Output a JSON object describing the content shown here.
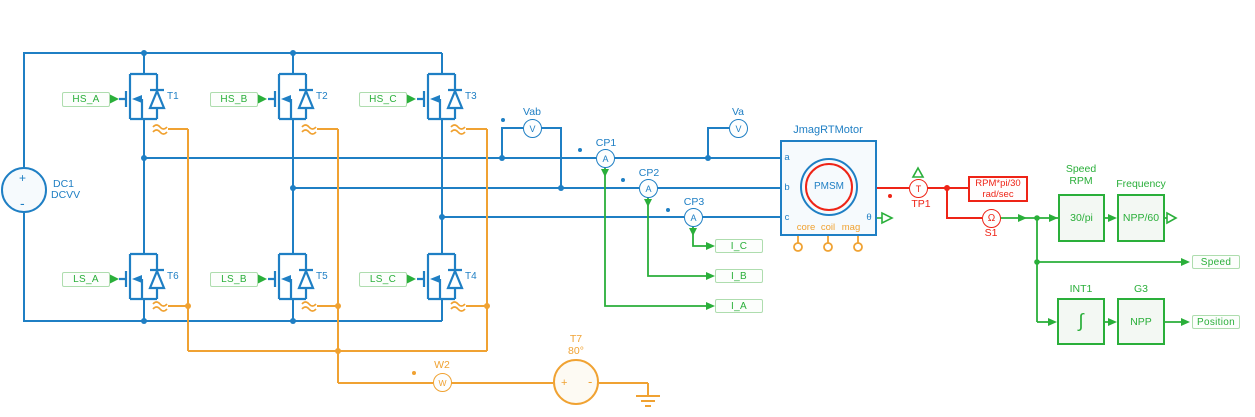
{
  "colors": {
    "blue": "#1f7fc4",
    "green": "#2aaf3a",
    "red": "#ee2417",
    "orange": "#f0a232"
  },
  "dc_source": {
    "label": "DC1",
    "model": "DCVV",
    "plus": "+",
    "minus": "-"
  },
  "gate_tags": {
    "hs_a": "HS_A",
    "hs_b": "HS_B",
    "hs_c": "HS_C",
    "ls_a": "LS_A",
    "ls_b": "LS_B",
    "ls_c": "LS_C"
  },
  "transistors": {
    "t1": "T1",
    "t2": "T2",
    "t3": "T3",
    "t4": "T4",
    "t5": "T5",
    "t6": "T6"
  },
  "voltmeters": {
    "vab": {
      "label": "Vab",
      "glyph": "V"
    },
    "va": {
      "label": "Va",
      "glyph": "V"
    }
  },
  "current_probes": {
    "cp1": {
      "label": "CP1",
      "glyph": "A"
    },
    "cp2": {
      "label": "CP2",
      "glyph": "A"
    },
    "cp3": {
      "label": "CP3",
      "glyph": "A"
    }
  },
  "current_tags": {
    "ic": "I_C",
    "ib": "I_B",
    "ia": "I_A"
  },
  "motor": {
    "title": "JmagRTMotor",
    "rotor": "PMSM",
    "port_a": "a",
    "port_b": "b",
    "port_c": "c",
    "port_theta": "θ",
    "thermal_core": "core",
    "thermal_coil": "coil",
    "thermal_mag": "mag"
  },
  "torque_probe": {
    "label": "TP1",
    "glyph": "T"
  },
  "speed_probe": {
    "label": "S1",
    "glyph": "Ω"
  },
  "unit_note": {
    "line1": "RPM*pi/30",
    "line2": "rad/sec"
  },
  "speed_gain": {
    "title1": "Speed",
    "title2": "RPM",
    "expr": "30/pi"
  },
  "freq_gain": {
    "title": "Frequency",
    "expr": "NPP/60"
  },
  "integrator": {
    "title": "INT1",
    "glyph": "∫"
  },
  "pole_gain": {
    "title": "G3",
    "expr": "NPP"
  },
  "output_tags": {
    "speed": "Speed",
    "position": "Position"
  },
  "heat_probe": {
    "label": "W2",
    "glyph": "W"
  },
  "temp_source": {
    "label": "T7",
    "value": "80°",
    "plus": "+",
    "minus": "-"
  }
}
